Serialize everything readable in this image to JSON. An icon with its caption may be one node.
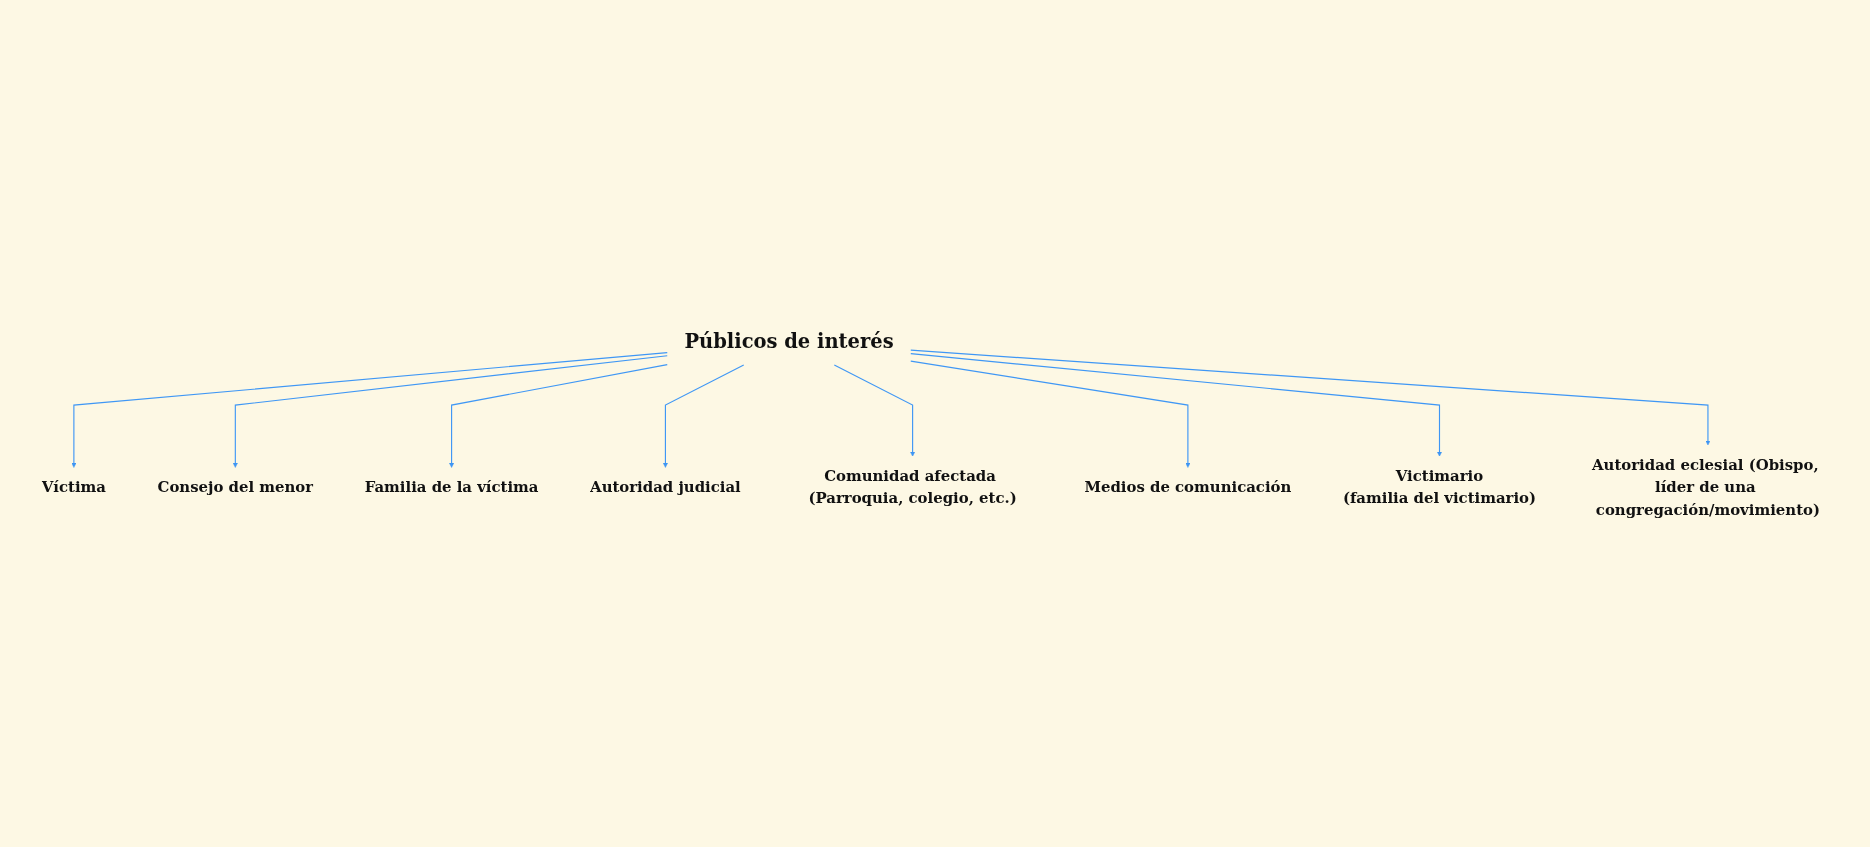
{
  "diagram": {
    "nodes": [
      {
        "text": [
          "Públicos de interés"
        ]
      },
      {
        "text": [
          "Víctima"
        ]
      },
      {
        "text": [
          "Consejo del menor"
        ]
      },
      {
        "text": [
          "Familia de la víctima"
        ]
      },
      {
        "text": [
          "Autoridad judicial"
        ]
      },
      {
        "text": [
          "Comunidad afectada (Parroquia, colegio, etc.)"
        ]
      },
      {
        "text": [
          "Medios de comunicación"
        ]
      },
      {
        "text": [
          "Victimario",
          "(familia del victimario)"
        ]
      },
      {
        "text": [
          "Autoridad eclesial (Obispo, líder de una congregación/movimiento)"
        ]
      }
    ],
    "edges": [
      {
        "from": 0,
        "to": 1,
        "arrow": "to"
      },
      {
        "from": 0,
        "to": 2,
        "arrow": "to"
      },
      {
        "from": 0,
        "to": 3,
        "arrow": "to"
      },
      {
        "from": 0,
        "to": 4,
        "arrow": "to"
      },
      {
        "from": 0,
        "to": 5,
        "arrow": "to"
      },
      {
        "from": 0,
        "to": 6,
        "arrow": "to"
      },
      {
        "from": 0,
        "to": 7,
        "arrow": "to"
      },
      {
        "from": 0,
        "to": 8,
        "arrow": "to"
      }
    ]
  }
}
